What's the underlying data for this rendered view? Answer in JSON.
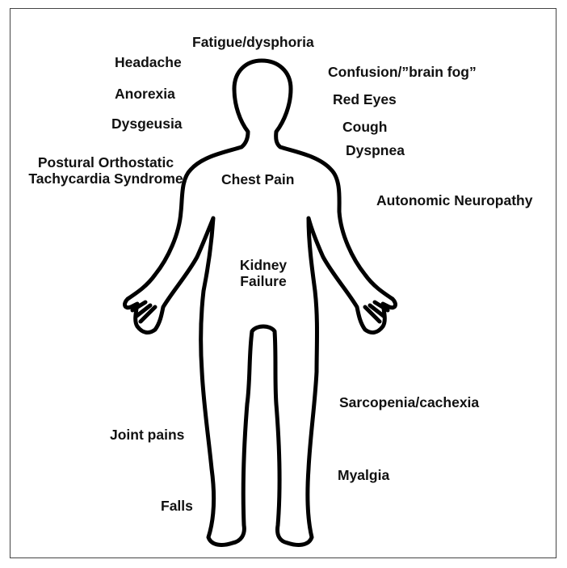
{
  "outline_color": "#000000",
  "text_color": "#111111",
  "labels": {
    "fatigue": "Fatigue/dysphoria",
    "headache": "Headache",
    "confusion": "Confusion/”brain fog”",
    "anorexia": "Anorexia",
    "red_eyes": "Red Eyes",
    "dysgeusia": "Dysgeusia",
    "cough": "Cough",
    "dyspnea": "Dyspnea",
    "pots_line1": "Postural Orthostatic",
    "pots_line2": "Tachycardia Syndrome",
    "chest_pain": "Chest Pain",
    "autonomic": "Autonomic Neuropathy",
    "kidney_line1": "Kidney",
    "kidney_line2": "Failure",
    "sarcopenia": "Sarcopenia/cachexia",
    "joint_pains": "Joint pains",
    "myalgia": "Myalgia",
    "falls": "Falls"
  }
}
